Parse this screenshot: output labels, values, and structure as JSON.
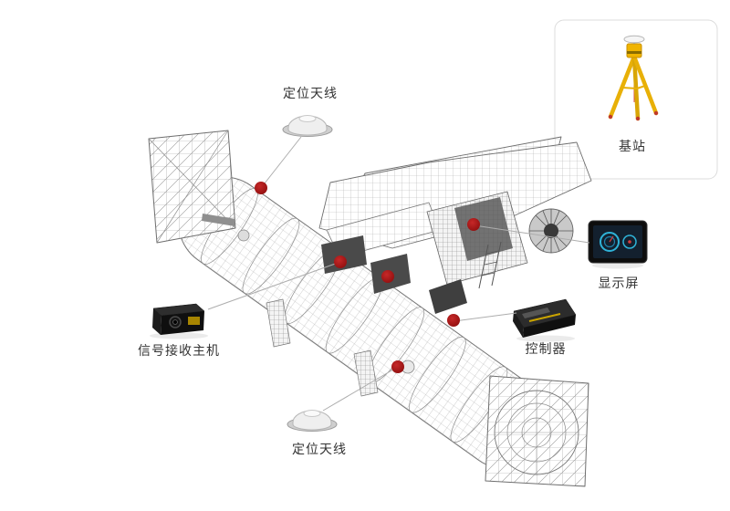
{
  "diagram": {
    "callouts": [
      {
        "id": "antenna-top",
        "label": "定位天线",
        "illustration": "dome-antenna"
      },
      {
        "id": "receiver",
        "label": "信号接收主机",
        "illustration": "black-receiver-box"
      },
      {
        "id": "controller",
        "label": "控制器",
        "illustration": "black-controller-box"
      },
      {
        "id": "display",
        "label": "显示屏",
        "illustration": "tablet-display"
      },
      {
        "id": "base-station",
        "label": "基站",
        "illustration": "yellow-tripod-gnss"
      },
      {
        "id": "antenna-bottom",
        "label": "定位天线",
        "illustration": "dome-antenna"
      }
    ],
    "colors": {
      "marker_red": "#9e1010",
      "tripod_yellow": "#e8b007",
      "screen_teal": "#2fb3d8",
      "wireframe_gray": "#777777",
      "leader_gray": "#adadad",
      "card_border": "#dcdcdc"
    }
  }
}
